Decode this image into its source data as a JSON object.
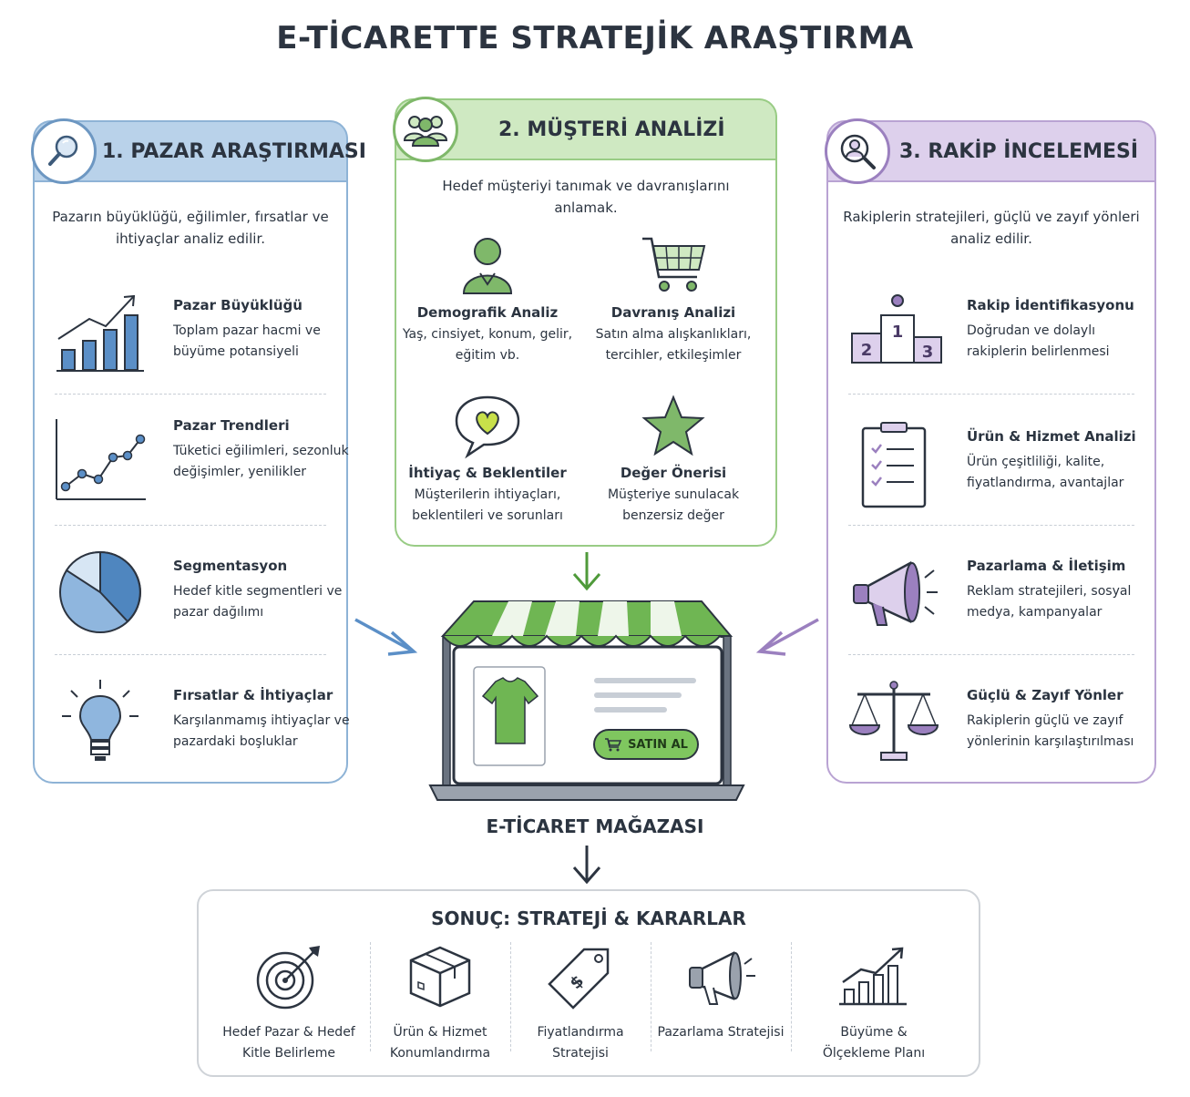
{
  "title": "E-TİCARETTE STRATEJİK ARAŞTIRMA",
  "colors": {
    "blue": "#8eb3d6",
    "green": "#7fb86a",
    "purple": "#9b80bf",
    "dark": "#2c3440"
  },
  "market": {
    "title": "1. PAZAR ARAŞTIRMASI",
    "description": "Pazarın büyüklüğü, eğilimler, fırsatlar ve ihtiyaçlar analiz edilir.",
    "items": [
      {
        "icon": "bar-chart-up-icon",
        "title": "Pazar Büyüklüğü",
        "desc": "Toplam pazar hacmi ve büyüme potansiyeli"
      },
      {
        "icon": "line-chart-icon",
        "title": "Pazar Trendleri",
        "desc": "Tüketici eğilimleri, sezonluk değişimler, yenilikler"
      },
      {
        "icon": "pie-chart-icon",
        "title": "Segmentasyon",
        "desc": "Hedef kitle segmentleri ve pazar dağılımı"
      },
      {
        "icon": "lightbulb-icon",
        "title": "Fırsatlar & İhtiyaçlar",
        "desc": "Karşılanmamış ihtiyaçlar ve pazardaki boşluklar"
      }
    ]
  },
  "customer": {
    "title": "2. MÜŞTERİ ANALİZİ",
    "description": "Hedef müşteriyi tanımak ve davranışlarını anlamak.",
    "items": [
      {
        "icon": "person-icon",
        "title": "Demografik Analiz",
        "desc": "Yaş, cinsiyet, konum, gelir, eğitim vb."
      },
      {
        "icon": "cart-icon",
        "title": "Davranış Analizi",
        "desc": "Satın alma alışkanlıkları, tercihler, etkileşimler"
      },
      {
        "icon": "heart-bubble-icon",
        "title": "İhtiyaç & Beklentiler",
        "desc": "Müşterilerin ihtiyaçları, beklentileri ve sorunları"
      },
      {
        "icon": "star-icon",
        "title": "Değer Önerisi",
        "desc": "Müşteriye sunulacak benzersiz değer"
      }
    ]
  },
  "competitor": {
    "title": "3. RAKİP İNCELEMESİ",
    "description": "Rakiplerin stratejileri, güçlü ve zayıf yönleri analiz edilir.",
    "items": [
      {
        "icon": "podium-icon",
        "title": "Rakip İdentifikasyonu",
        "desc": "Doğrudan ve dolaylı rakiplerin belirlenmesi"
      },
      {
        "icon": "clipboard-icon",
        "title": "Ürün & Hizmet Analizi",
        "desc": "Ürün çeşitliliği, kalite, fiyatlandırma, avantajlar"
      },
      {
        "icon": "megaphone-icon",
        "title": "Pazarlama & İletişim",
        "desc": "Reklam stratejileri, sosyal medya, kampanyalar"
      },
      {
        "icon": "scale-icon",
        "title": "Güçlü & Zayıf Yönler",
        "desc": "Rakiplerin güçlü ve zayıf yönlerinin karşılaştırılması"
      }
    ],
    "podium": [
      "1",
      "2",
      "3"
    ]
  },
  "store": {
    "label": "E-TİCARET MAĞAZASI",
    "buy_button": "SATIN AL"
  },
  "result": {
    "title": "SONUÇ: STRATEJİ & KARARLAR",
    "items": [
      {
        "icon": "target-icon",
        "label": "Hedef Pazar & Hedef Kitle Belirleme"
      },
      {
        "icon": "box-icon",
        "label": "Ürün & Hizmet Konumlandırma"
      },
      {
        "icon": "price-tag-icon",
        "label": "Fiyatlandırma Stratejisi"
      },
      {
        "icon": "megaphone-icon",
        "label": "Pazarlama Stratejisi"
      },
      {
        "icon": "growth-chart-icon",
        "label": "Büyüme & Ölçekleme Planı"
      }
    ]
  }
}
